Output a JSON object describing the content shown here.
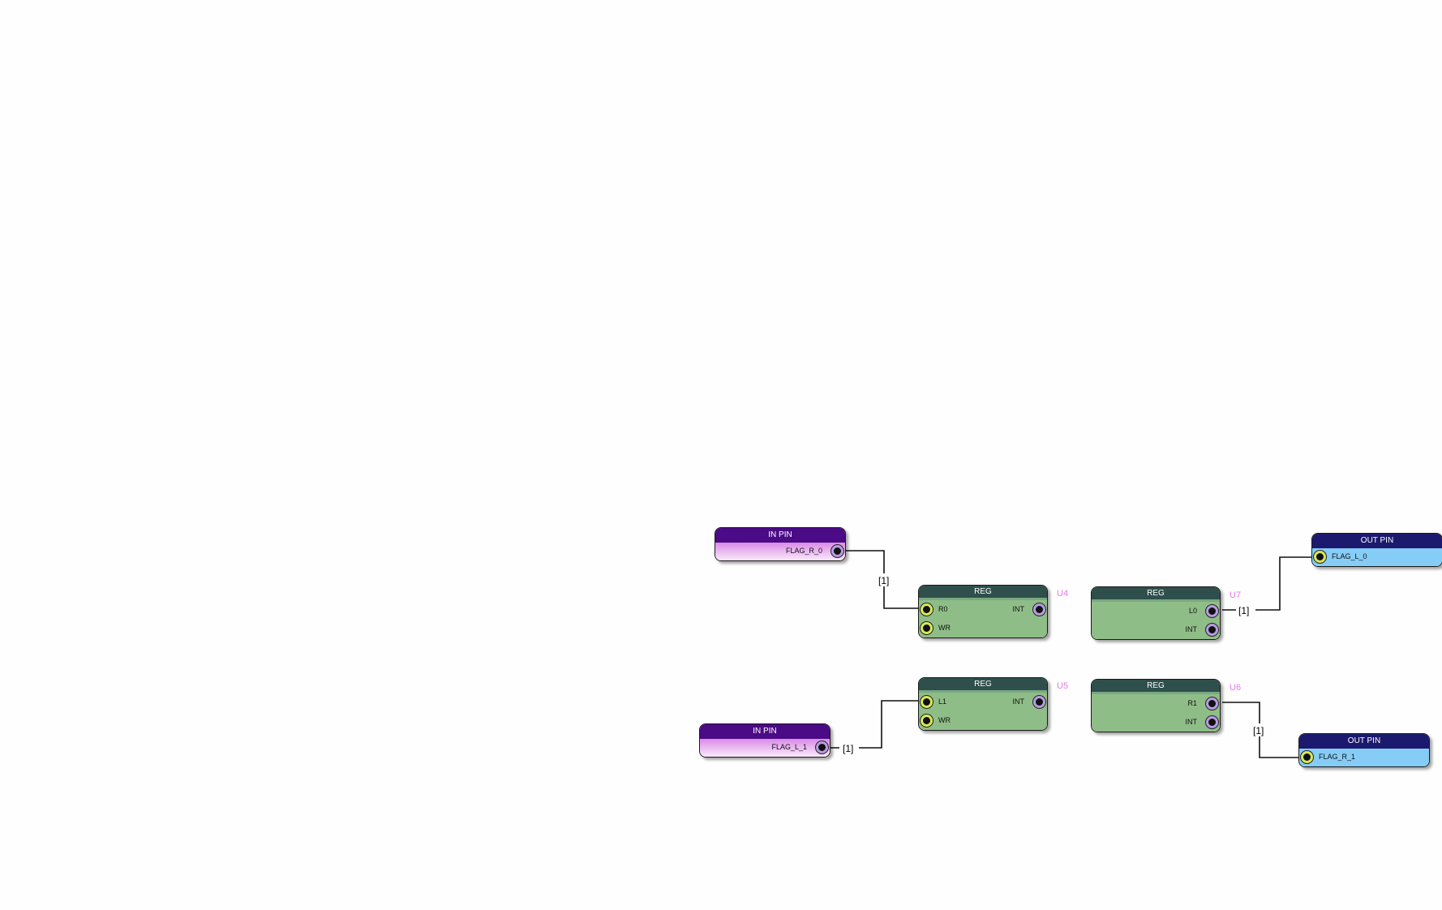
{
  "diagram": {
    "in_pins": [
      {
        "id": "in0",
        "title": "IN PIN",
        "port": "FLAG_R_0"
      },
      {
        "id": "in1",
        "title": "IN PIN",
        "port": "FLAG_L_1"
      }
    ],
    "out_pins": [
      {
        "id": "out0",
        "title": "OUT PIN",
        "port": "FLAG_L_0"
      },
      {
        "id": "out1",
        "title": "OUT PIN",
        "port": "FLAG_R_1"
      }
    ],
    "regs": [
      {
        "ref": "U4",
        "title": "REG",
        "inputs": [
          "R0",
          "WR"
        ],
        "outputs": [
          "INT"
        ]
      },
      {
        "ref": "U7",
        "title": "REG",
        "inputs": [],
        "outputs": [
          "L0",
          "INT"
        ]
      },
      {
        "ref": "U5",
        "title": "REG",
        "inputs": [
          "L1",
          "WR"
        ],
        "outputs": [
          "INT"
        ]
      },
      {
        "ref": "U6",
        "title": "REG",
        "inputs": [],
        "outputs": [
          "R1",
          "INT"
        ]
      }
    ],
    "wire_labels": [
      "[1]",
      "[1]",
      "[1]",
      "[1]"
    ],
    "colors": {
      "in_pin_header": "#4b0a86",
      "out_pin_header": "#1c1a6e",
      "reg_header": "#2e4f4c",
      "reg_body": "#8fbd87",
      "ref_label": "#e478e8"
    }
  }
}
